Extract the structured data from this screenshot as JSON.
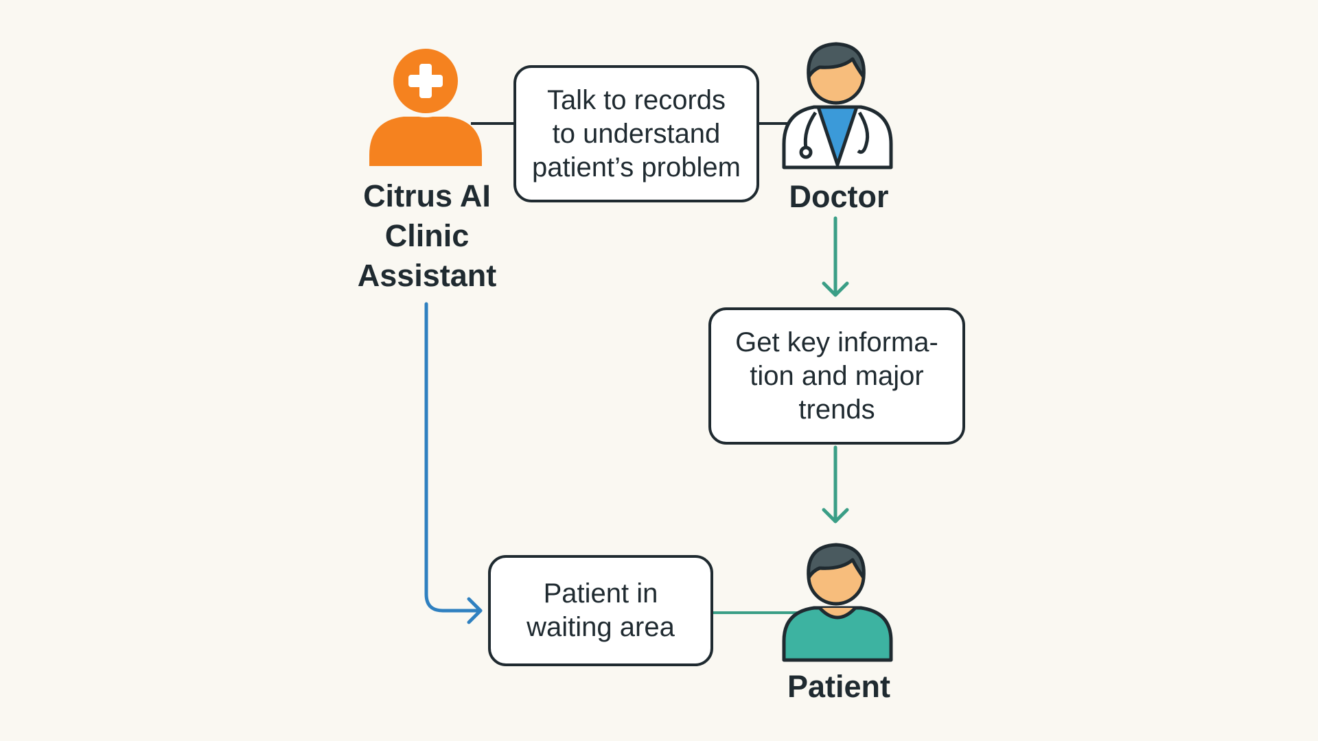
{
  "actors": {
    "assistant": {
      "label": "Citrus AI\nClinic\nAssistant",
      "icon": "medical-cross-person-icon",
      "color": "#f5821f"
    },
    "doctor": {
      "label": "Doctor",
      "icon": "doctor-stethoscope-icon",
      "color": "#3b9ad9"
    },
    "patient": {
      "label": "Patient",
      "icon": "patient-person-icon",
      "color": "#3db3a1"
    }
  },
  "steps": {
    "records": "Talk to records\nto understand\npatient’s problem",
    "info": "Get key informa-\ntion and major\ntrends",
    "waiting": "Patient in\nwaiting area"
  },
  "colors": {
    "outline": "#1f2a30",
    "arrow_green": "#3a9e86",
    "arrow_blue": "#2f80c0",
    "background": "#faf8f2"
  }
}
